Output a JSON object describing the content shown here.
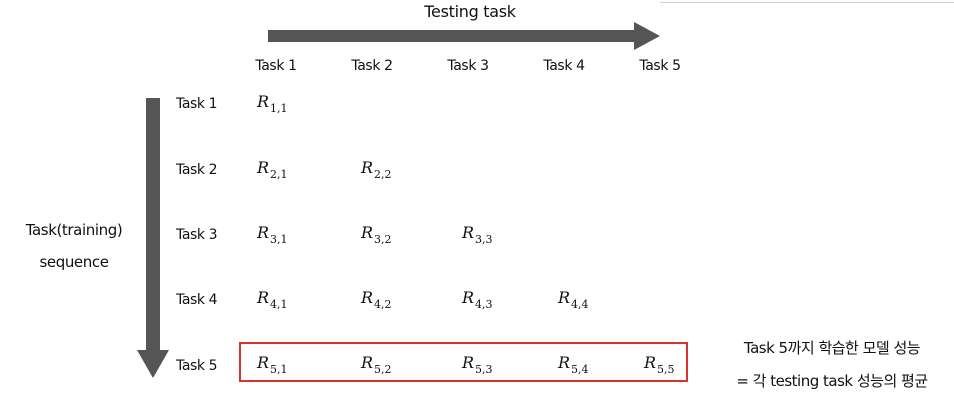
{
  "top_label": "Testing task",
  "side_label_line1": "Task(training)",
  "side_label_line2": "sequence",
  "columns": [
    "Task 1",
    "Task 2",
    "Task 3",
    "Task 4",
    "Task 5"
  ],
  "rows": [
    "Task 1",
    "Task 2",
    "Task 3",
    "Task 4",
    "Task 5"
  ],
  "matrix": [
    [
      {
        "base": "R",
        "sub": "1,1"
      }
    ],
    [
      {
        "base": "R",
        "sub": "2,1"
      },
      {
        "base": "R",
        "sub": "2,2"
      }
    ],
    [
      {
        "base": "R",
        "sub": "3,1"
      },
      {
        "base": "R",
        "sub": "3,2"
      },
      {
        "base": "R",
        "sub": "3,3"
      }
    ],
    [
      {
        "base": "R",
        "sub": "4,1"
      },
      {
        "base": "R",
        "sub": "4,2"
      },
      {
        "base": "R",
        "sub": "4,3"
      },
      {
        "base": "R",
        "sub": "4,4"
      }
    ],
    [
      {
        "base": "R",
        "sub": "5,1"
      },
      {
        "base": "R",
        "sub": "5,2"
      },
      {
        "base": "R",
        "sub": "5,3"
      },
      {
        "base": "R",
        "sub": "5,4"
      },
      {
        "base": "R",
        "sub": "5,5"
      }
    ]
  ],
  "note_line1": "Task 5까지 학습한 모델 성능",
  "note_line2": "= 각 testing task 성능의 평균",
  "colors": {
    "arrow": "#555555",
    "highlight_border": "#d9342b",
    "text": "#111111"
  }
}
